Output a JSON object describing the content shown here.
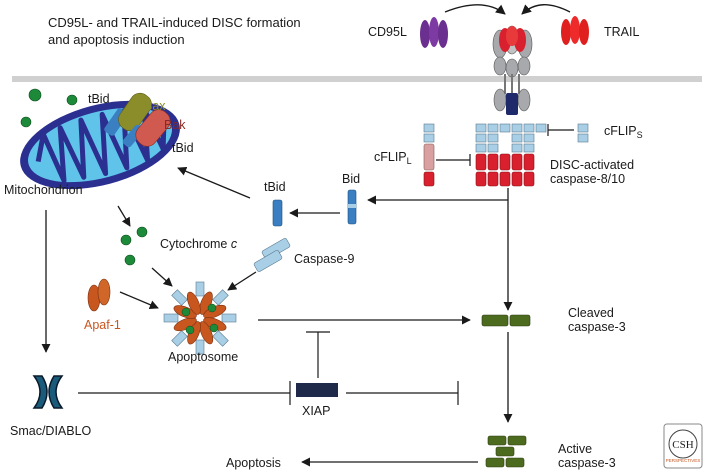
{
  "title": {
    "line1": "CD95L- and TRAIL-induced DISC formation",
    "line2": "and apoptosis induction"
  },
  "labels": {
    "cd95l": "CD95L",
    "trail": "TRAIL",
    "tbid_top": "tBid",
    "bax": "Bax",
    "bak": "Bak",
    "tbid_mito": "tBid",
    "mitochondrion": "Mitochondrion",
    "cflipl_main": "cFLIP",
    "cflipl_sub": "L",
    "cflips_main": "cFLIP",
    "cflips_sub": "S",
    "disc_line1": "DISC-activated",
    "disc_line2": "caspase-8/10",
    "tbid_mid": "tBid",
    "bid": "Bid",
    "cytochrome_main": "Cytochrome ",
    "cytochrome_italic": "c",
    "caspase9": "Caspase-9",
    "apaf1": "Apaf-1",
    "apoptosome": "Apoptosome",
    "cleaved_line1": "Cleaved",
    "cleaved_line2": "caspase-3",
    "smac": "Smac/DIABLO",
    "xiap": "XIAP",
    "active_line1": "Active",
    "active_line2": "caspase-3",
    "apoptosis": "Apoptosis",
    "logo_text": "CSH PERSPECTIVES"
  },
  "colors": {
    "cd95l": "#6b2f8f",
    "trail": "#e0201f",
    "receptor": "#a7a9ac",
    "mitochondrion_outer": "#2b2f8f",
    "mitochondrion_inner": "#5fc3ea",
    "bax": "#8b8c2a",
    "bak": "#c0392b",
    "tbid": "#3a7fc1",
    "caspase8": "#d9202e",
    "cflip": "#a9cfe6",
    "cflipl_body": "#d8a0a0",
    "cytochrome": "#1d8a3a",
    "apaf1": "#c8561f",
    "caspase3": "#4d6b1f",
    "xiap": "#1f2a4a",
    "smac": "#1a5a7a",
    "membrane": "#d0d0d0"
  }
}
